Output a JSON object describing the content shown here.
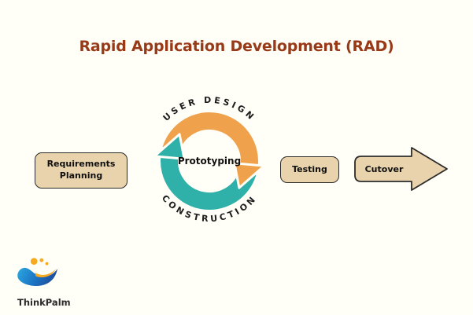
{
  "title": "Rapid Application Development (RAD)",
  "cycle": {
    "top_label": "USER DESIGN",
    "bottom_label": "CONSTRUCTION",
    "center_label": "Prototyping"
  },
  "stages": {
    "requirements": "Requirements Planning",
    "testing": "Testing",
    "cutover": "Cutover"
  },
  "logo": {
    "text": "ThinkPalm"
  },
  "colors": {
    "background": "#FFFEF7",
    "title": "#983A18",
    "cycle_orange": "#F0A14B",
    "cycle_teal": "#2FB0A9",
    "stage_fill": "#E9D3AD",
    "stage_border": "#2B2B2B",
    "logo_blue_light": "#2BA9E1",
    "logo_blue_dark": "#1E4FA0",
    "logo_yellow": "#F6A921"
  }
}
